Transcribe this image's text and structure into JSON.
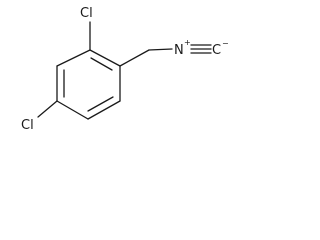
{
  "molecule": {
    "atoms": {
      "cl_top": "Cl",
      "cl_bottom": "Cl",
      "nitrogen": "N",
      "nitrogen_charge": "+",
      "carbon": "C",
      "carbon_charge": "−"
    }
  }
}
